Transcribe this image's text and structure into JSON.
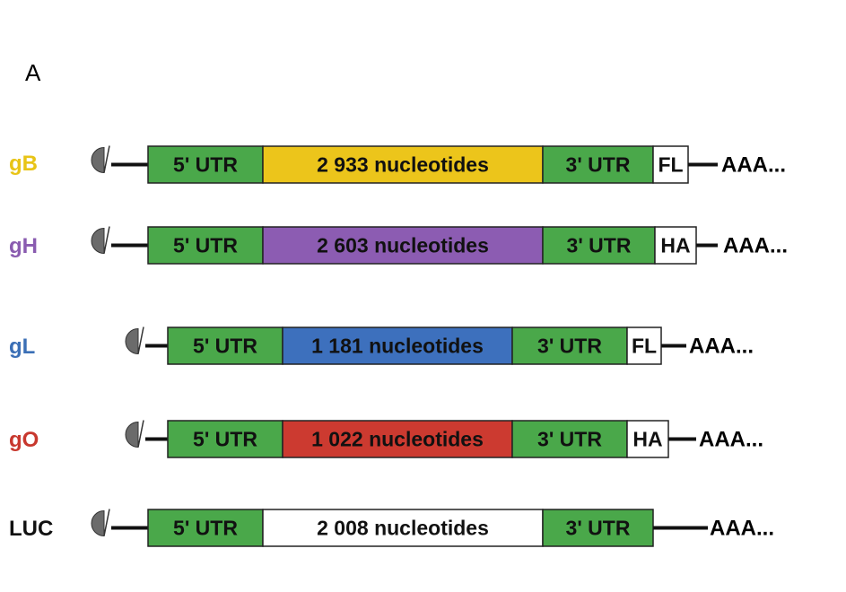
{
  "panel_label": "A",
  "colors": {
    "utr": "#4aa84a",
    "tag": "#ffffff",
    "line": "#111111",
    "cap": "#6b6b6b"
  },
  "constructs": [
    {
      "label": "gB",
      "label_color": "#e8c417",
      "utr5": "5' UTR",
      "cds": "2 933 nucleotides",
      "cds_color": "#ecc51b",
      "utr3": "3' UTR",
      "tag": "FL",
      "tail": "AAA..."
    },
    {
      "label": "gH",
      "label_color": "#8a5cb0",
      "utr5": "5' UTR",
      "cds": "2 603 nucleotides",
      "cds_color": "#8c5cb2",
      "utr3": "3' UTR",
      "tag": "HA",
      "tail": "AAA..."
    },
    {
      "label": "gL",
      "label_color": "#3b6fb6",
      "utr5": "5' UTR",
      "cds": "1 181 nucleotides",
      "cds_color": "#3d70bd",
      "utr3": "3' UTR",
      "tag": "FL",
      "tail": "AAA..."
    },
    {
      "label": "gO",
      "label_color": "#c8382e",
      "utr5": "5' UTR",
      "cds": "1 022 nucleotides",
      "cds_color": "#cc3a30",
      "utr3": "3' UTR",
      "tag": "HA",
      "tail": "AAA..."
    },
    {
      "label": "LUC",
      "label_color": "#111111",
      "utr5": "5' UTR",
      "cds": "2 008 nucleotides",
      "cds_color": "#ffffff",
      "utr3": "3' UTR",
      "tag": "",
      "tail": "AAA..."
    }
  ]
}
